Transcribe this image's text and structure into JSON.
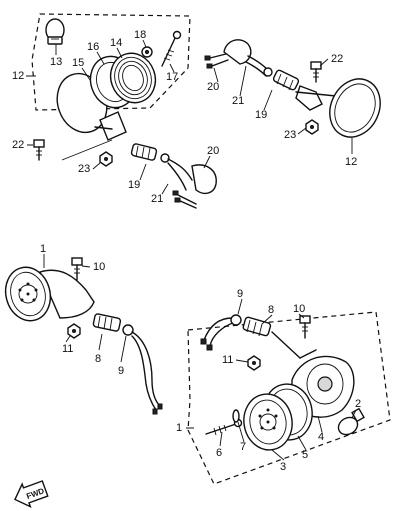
{
  "labels": {
    "top_left": {
      "l12": "12",
      "l13": "13",
      "l14": "14",
      "l15": "15",
      "l16": "16",
      "l17": "17",
      "l18": "18",
      "l19": "19",
      "l20": "20",
      "l21": "21",
      "l22": "22",
      "l23": "23"
    },
    "top_right": {
      "l20": "20",
      "l21": "21",
      "l19": "19",
      "l22": "22",
      "l23": "23",
      "l12": "12"
    },
    "bottom_left": {
      "l1": "1",
      "l10": "10",
      "l11": "11",
      "l8": "8",
      "l9": "9"
    },
    "bottom_right": {
      "l9": "9",
      "l8": "8",
      "l10": "10",
      "l11": "11",
      "l1": "1",
      "l2": "2",
      "l3": "3",
      "l4": "4",
      "l5": "5",
      "l6": "6",
      "l7": "7"
    }
  },
  "fwd_label": "FWD"
}
